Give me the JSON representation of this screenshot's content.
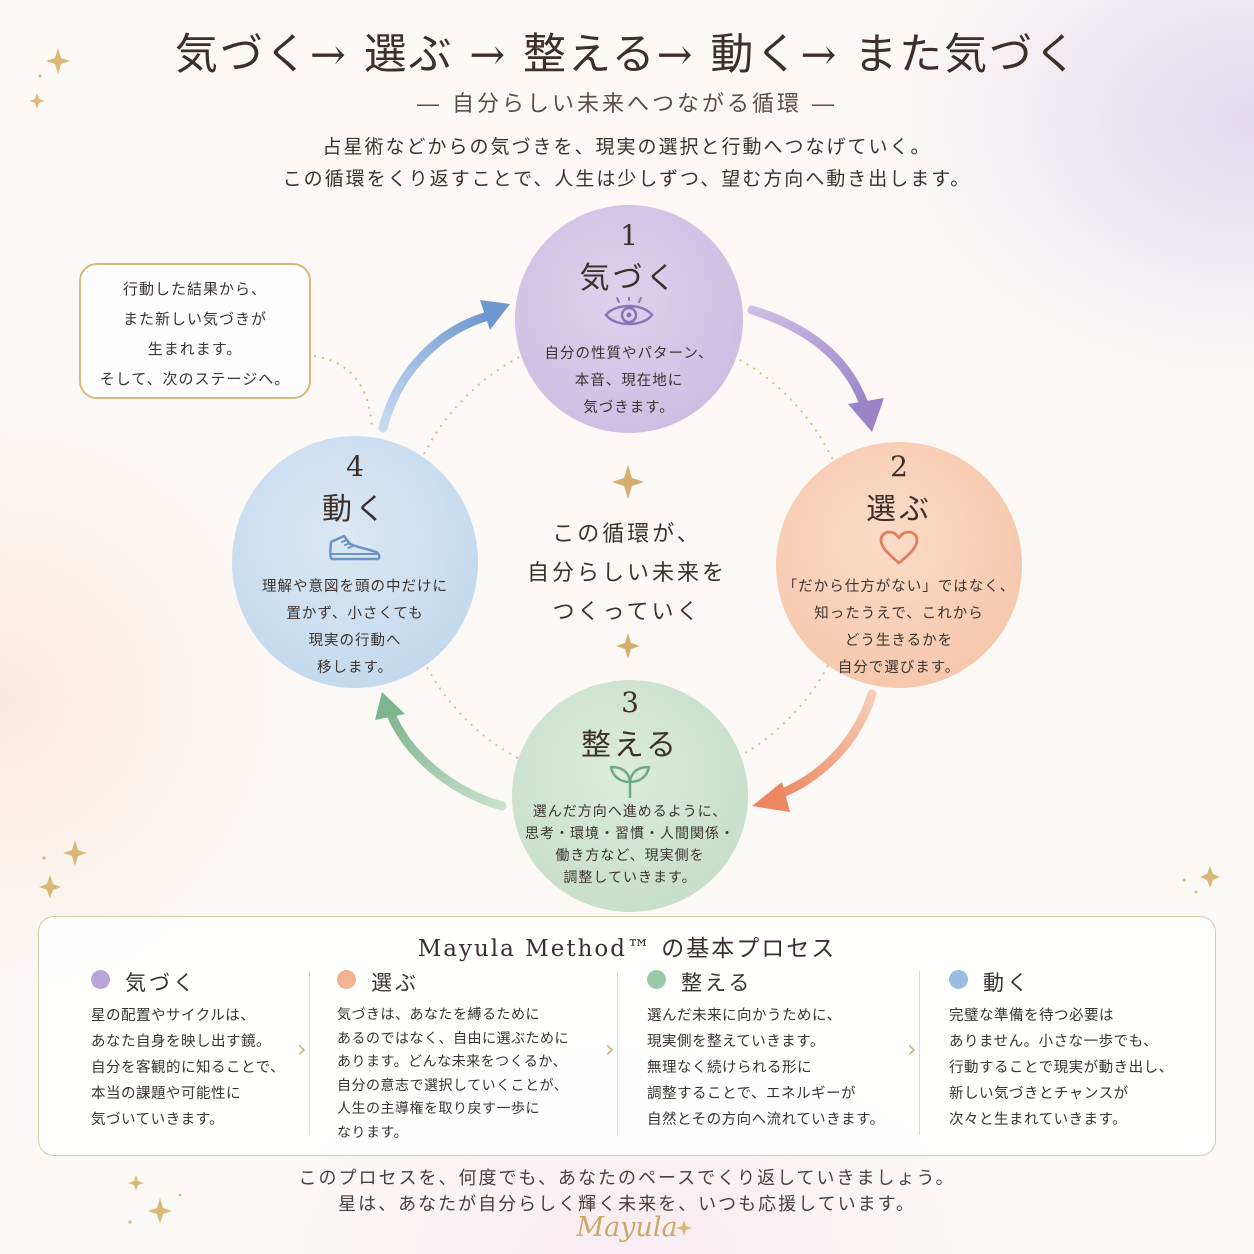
{
  "header": {
    "title": "気づく→ 選ぶ → 整える→ 動く→ また気づく",
    "subtitle": "― 自分らしい未来へつながる循環 ―",
    "intro_line1": "占星術などからの気づきを、現実の選択と行動へつなげていく。",
    "intro_line2": "この循環をくり返すことで、人生は少しずつ、望む方向へ動き出します。"
  },
  "steps": [
    {
      "num": "1",
      "title": "気づく",
      "icon": "eye-icon",
      "color": "#8b73b8",
      "desc": [
        "自分の性質やパターン、",
        "本音、現在地に",
        "気づきます。"
      ]
    },
    {
      "num": "2",
      "title": "選ぶ",
      "icon": "heart-icon",
      "color": "#e27e5e",
      "desc": [
        "「だから仕方がない」ではなく、",
        "知ったうえで、これから",
        "どう生きるかを",
        "自分で選びます。"
      ]
    },
    {
      "num": "3",
      "title": "整える",
      "icon": "sprout-icon",
      "color": "#6ea982",
      "desc": [
        "選んだ方向へ進めるように、",
        "思考・環境・習慣・人間関係・",
        "働き方など、現実側を",
        "調整していきます。"
      ]
    },
    {
      "num": "4",
      "title": "動く",
      "icon": "sneaker-icon",
      "color": "#6b93c8",
      "desc": [
        "理解や意図を頭の中だけに",
        "置かず、小さくても",
        "現実の行動へ",
        "移します。"
      ]
    }
  ],
  "note": [
    "行動した結果から、",
    "また新しい気づきが",
    "生まれます。",
    "そして、次のステージへ。"
  ],
  "center": [
    "この循環が、",
    "自分らしい未来を",
    "つくっていく"
  ],
  "process": {
    "title": "Mayula Method™ の基本プロセス",
    "columns": [
      {
        "heading": "気づく",
        "dot_color": "#b9a6d6",
        "lines": [
          "星の配置やサイクルは、",
          "あなた自身を映し出す鏡。",
          "自分を客観的に知ることで、",
          "本当の課題や可能性に",
          "気づいていきます。"
        ]
      },
      {
        "heading": "選ぶ",
        "dot_color": "#f3b293",
        "lines": [
          "気づきは、あなたを縛るために",
          "あるのではなく、自由に選ぶために",
          "あります。どんな未来をつくるか、",
          "自分の意志で選択していくことが、",
          "人生の主導権を取り戻す一歩に",
          "なります。"
        ]
      },
      {
        "heading": "整える",
        "dot_color": "#9ccaa8",
        "lines": [
          "選んだ未来に向かうために、",
          "現実側を整えていきます。",
          "無理なく続けられる形に",
          "調整することで、エネルギーが",
          "自然とその方向へ流れていきます。"
        ]
      },
      {
        "heading": "動く",
        "dot_color": "#9bbde2",
        "lines": [
          "完璧な準備を待つ必要は",
          "ありません。小さな一歩でも、",
          "行動することで現実が動き出し、",
          "新しい気づきとチャンスが",
          "次々と生まれていきます。"
        ]
      }
    ]
  },
  "footer": {
    "line1": "このプロセスを、何度でも、あなたのペースでくり返していきましょう。",
    "line2": "星は、あなたが自分らしく輝く未来を、いつも応援しています。",
    "signature": "Mayula"
  },
  "colors": {
    "gold": "#d8b87c",
    "arrow_purple": "#a48ccb",
    "arrow_orange": "#ef9b76",
    "arrow_green": "#8fbf99",
    "arrow_blue": "#86aad8"
  }
}
